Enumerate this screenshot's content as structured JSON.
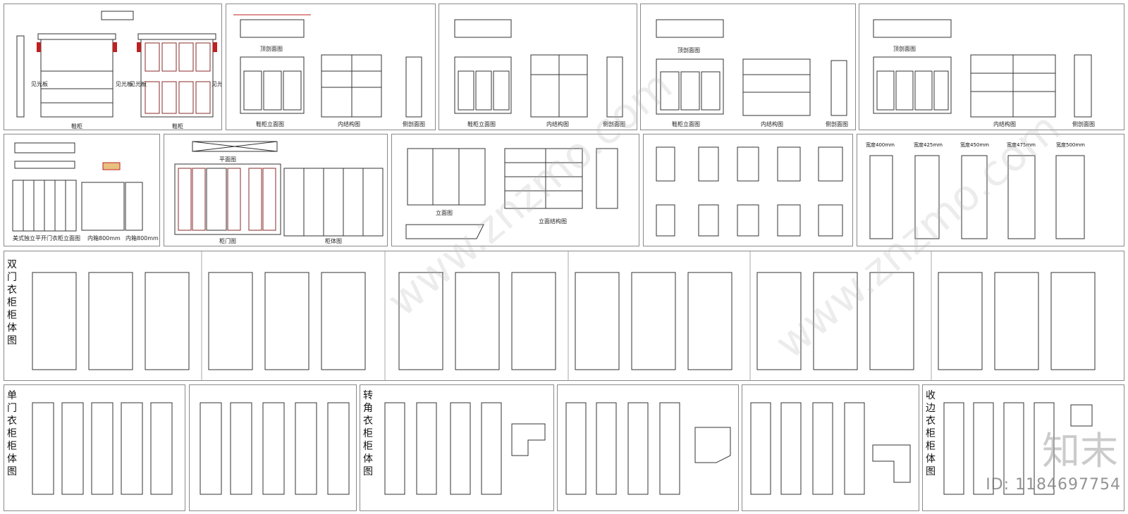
{
  "row1": {
    "p1": {
      "label_a": "鞋柜",
      "label_b": "鞋柜",
      "side_a": "见光板",
      "side_b": "见光板",
      "side_c": "见光板",
      "side_d": "见光板"
    },
    "p2": {
      "top_title": "顶剖面图",
      "front_title": "鞋柜立面图",
      "inner_title": "内结构图",
      "side_title": "侧剖面图"
    },
    "p3": {
      "front_title": "鞋柜立面图",
      "inner_title": "内结构图",
      "side_title": "侧剖面图"
    },
    "p4": {
      "top_title": "顶剖面图",
      "front_title": "鞋柜立面图",
      "inner_title": "内结构图",
      "side_title": "侧剖面图"
    },
    "p5": {
      "top_title": "顶剖面图",
      "inner_title": "内结构图",
      "side_title": "侧剖面图"
    }
  },
  "row2": {
    "p1": {
      "title": "美式独立平开门衣柜立面图",
      "w1": "内箱800mm",
      "w2": "内箱800mm"
    },
    "p2": {
      "top": "平面图",
      "front": "柜门图",
      "inner": "柜体图"
    },
    "p3": {
      "front": "立面图",
      "inner": "立面结构图"
    },
    "p5": {
      "widths": [
        "宽度400mm",
        "宽度425mm",
        "宽度450mm",
        "宽度475mm",
        "宽度500mm"
      ]
    }
  },
  "sections": {
    "double": "双门衣柜柜体图",
    "single": "单门衣柜柜体图",
    "corner": "转角衣柜柜体图",
    "edge": "收边衣柜柜体图"
  },
  "watermark": {
    "site": "www.znzmo.com",
    "id": "ID: 1184697754",
    "logo": "知末"
  }
}
